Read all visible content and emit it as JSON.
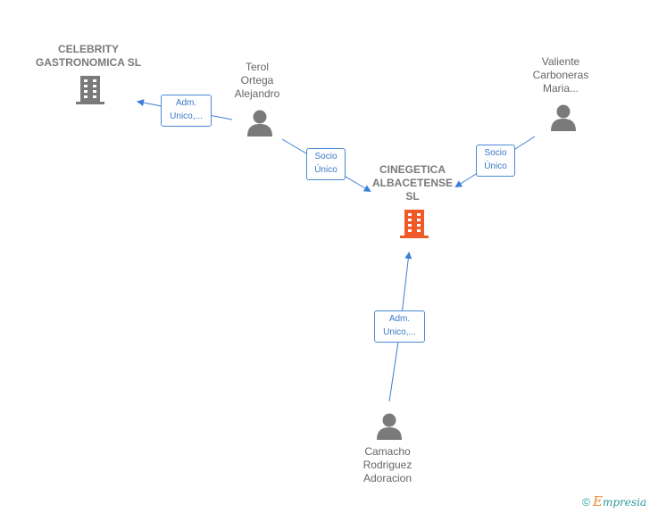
{
  "nodes": {
    "celebrity": {
      "lines": [
        "CELEBRITY",
        "GASTRONOMICA SL"
      ],
      "type": "company"
    },
    "cinegetica": {
      "lines": [
        "CINEGETICA",
        "ALBACETENSE",
        "SL"
      ],
      "type": "company-main"
    },
    "terol": {
      "lines": [
        "Terol",
        "Ortega",
        "Alejandro"
      ],
      "type": "person"
    },
    "valiente": {
      "lines": [
        "Valiente",
        "Carboneras",
        "Maria..."
      ],
      "type": "person"
    },
    "camacho": {
      "lines": [
        "Camacho",
        "Rodriguez",
        "Adoracion"
      ],
      "type": "person"
    }
  },
  "edges": {
    "terol_celebrity": [
      "Adm.",
      "Unico,..."
    ],
    "terol_cinegetica": [
      "Socio",
      "Único"
    ],
    "valiente_cinegetica": [
      "Socio",
      "Único"
    ],
    "camacho_cinegetica": [
      "Adm.",
      "Unico,..."
    ]
  },
  "colors": {
    "edge": "#3a7fd5",
    "company": "#7a7a7a",
    "company_main": "#f05a28",
    "person": "#7a7a7a"
  },
  "footer": {
    "copyright": "©",
    "brand_initial": "E",
    "brand_rest": "mpresia"
  }
}
